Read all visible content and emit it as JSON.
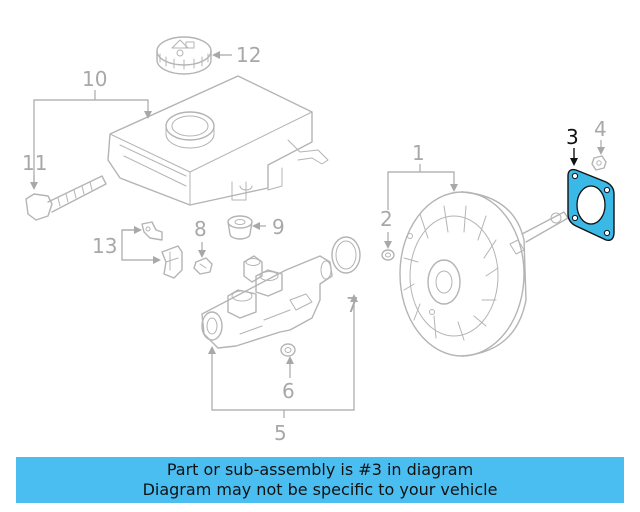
{
  "callouts": {
    "c1": "1",
    "c2": "2",
    "c3": "3",
    "c4": "4",
    "c5": "5",
    "c6": "6",
    "c7": "7",
    "c8": "8",
    "c9": "9",
    "c10": "10",
    "c11": "11",
    "c12": "12",
    "c13": "13"
  },
  "highlight": {
    "part": "3",
    "color": "#3ab8e6"
  },
  "banner": {
    "line1": "Part or sub-assembly is #3 in diagram",
    "line2": "Diagram may not be specific to your vehicle",
    "color": "#4bbef1"
  }
}
